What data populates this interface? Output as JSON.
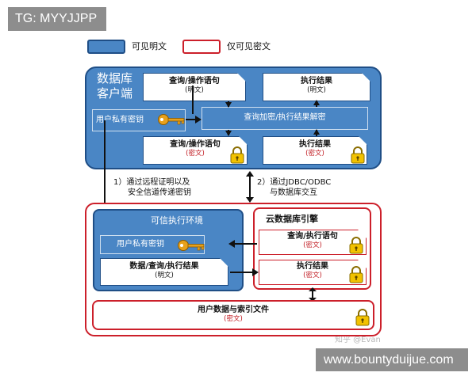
{
  "watermarks": {
    "top_left": "TG: MYYJJPP",
    "bottom_right": "www.bountyduijue.com",
    "zhihu": "知乎 @Evan"
  },
  "legend": {
    "plaintext": "可见明文",
    "ciphertext": "仅可见密文",
    "colors": {
      "plaintext_fill": "#4a86c5",
      "plaintext_border": "#1f4e86",
      "cipher_border": "#cc1f2a"
    }
  },
  "client": {
    "title_line1": "数据库",
    "title_line2": "客户端",
    "query_plain": {
      "title": "查询/操作语句",
      "sub": "(明文)"
    },
    "result_plain": {
      "title": "执行结果",
      "sub": "(明文)"
    },
    "private_key": "用户私有密钥",
    "process": "查询加密/执行结果解密",
    "query_cipher": {
      "title": "查询/操作语句",
      "sub": "(密文)"
    },
    "result_cipher": {
      "title": "执行结果",
      "sub": "(密文)"
    }
  },
  "channels": {
    "left_line1": "1）通过远程证明以及",
    "left_line2": "安全信道传递密钥",
    "right_line1": "2）通过JDBC/ODBC",
    "right_line2": "与数据库交互"
  },
  "tee": {
    "title": "可信执行环境",
    "private_key": "用户私有密钥",
    "data_box": {
      "title": "数据/查询/执行结果",
      "sub": "(明文)"
    }
  },
  "cloud_engine": {
    "title": "云数据库引擎",
    "query_cipher": {
      "title": "查询/执行语句",
      "sub": "(密文)"
    },
    "result_cipher": {
      "title": "执行结果",
      "sub": "(密文)"
    }
  },
  "storage": {
    "title": "用户数据与索引文件",
    "sub": "(密文)"
  },
  "icons": [
    "key-icon",
    "lock-icon",
    "arrow-down-icon",
    "arrow-right-icon",
    "double-arrow-icon"
  ]
}
